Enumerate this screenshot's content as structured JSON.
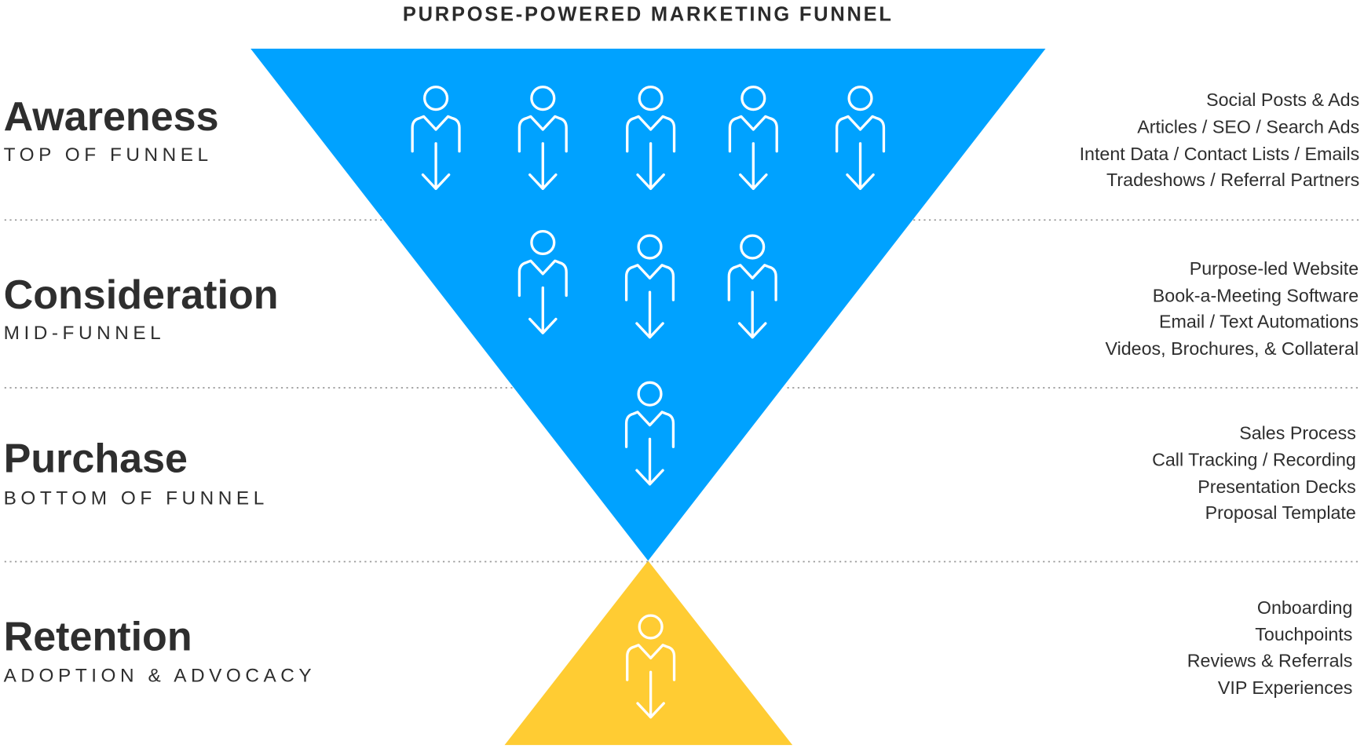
{
  "title": "PURPOSE-POWERED MARKETING FUNNEL",
  "colors": {
    "funnel": "#00A2FF",
    "retention": "#FFCC33",
    "text": "#2E2E2E"
  },
  "stages": [
    {
      "name": "Awareness",
      "subtitle": "TOP OF FUNNEL",
      "people": 5,
      "tools": [
        "Social Posts & Ads",
        "Articles / SEO / Search Ads",
        "Intent Data / Contact Lists / Emails",
        "Tradeshows / Referral Partners"
      ]
    },
    {
      "name": "Consideration",
      "subtitle": "MID-FUNNEL",
      "people": 3,
      "tools": [
        "Purpose-led Website",
        "Book-a-Meeting Software",
        "Email / Text Automations",
        "Videos, Brochures, & Collateral"
      ]
    },
    {
      "name": "Purchase",
      "subtitle": "BOTTOM OF FUNNEL",
      "people": 1,
      "tools": [
        "Sales Process",
        "Call Tracking / Recording",
        "Presentation Decks",
        "Proposal Template"
      ]
    },
    {
      "name": "Retention",
      "subtitle": "ADOPTION & ADVOCACY",
      "people": 1,
      "tools": [
        "Onboarding",
        "Touchpoints",
        "Reviews & Referrals",
        "VIP Experiences"
      ]
    }
  ]
}
